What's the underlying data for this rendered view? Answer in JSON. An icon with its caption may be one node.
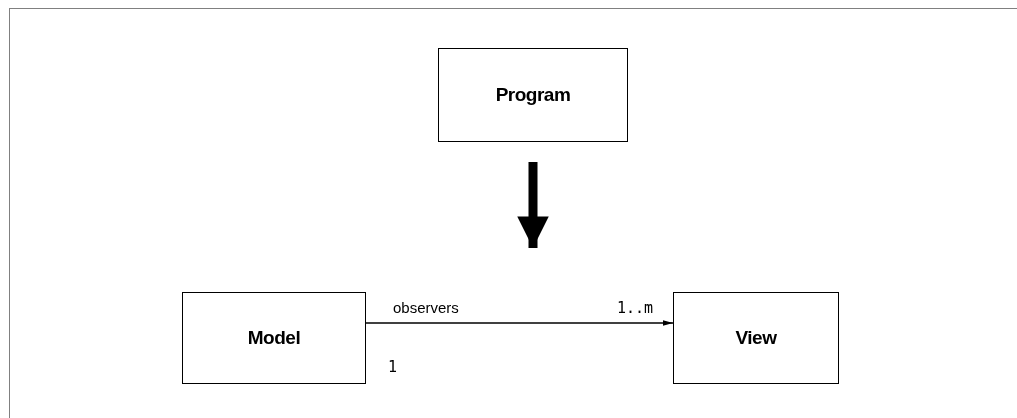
{
  "diagram": {
    "nodes": [
      {
        "text": [
          "Program"
        ]
      },
      {
        "text": [
          "Model"
        ]
      },
      {
        "text": [
          "View"
        ]
      }
    ],
    "edges": [
      {
        "from": 0,
        "to": null,
        "arrow": "to",
        "style": "thick"
      },
      {
        "from": 1,
        "to": 2,
        "arrow": "to",
        "label": "observers"
      }
    ],
    "labels": [
      "1..m",
      "1"
    ]
  }
}
